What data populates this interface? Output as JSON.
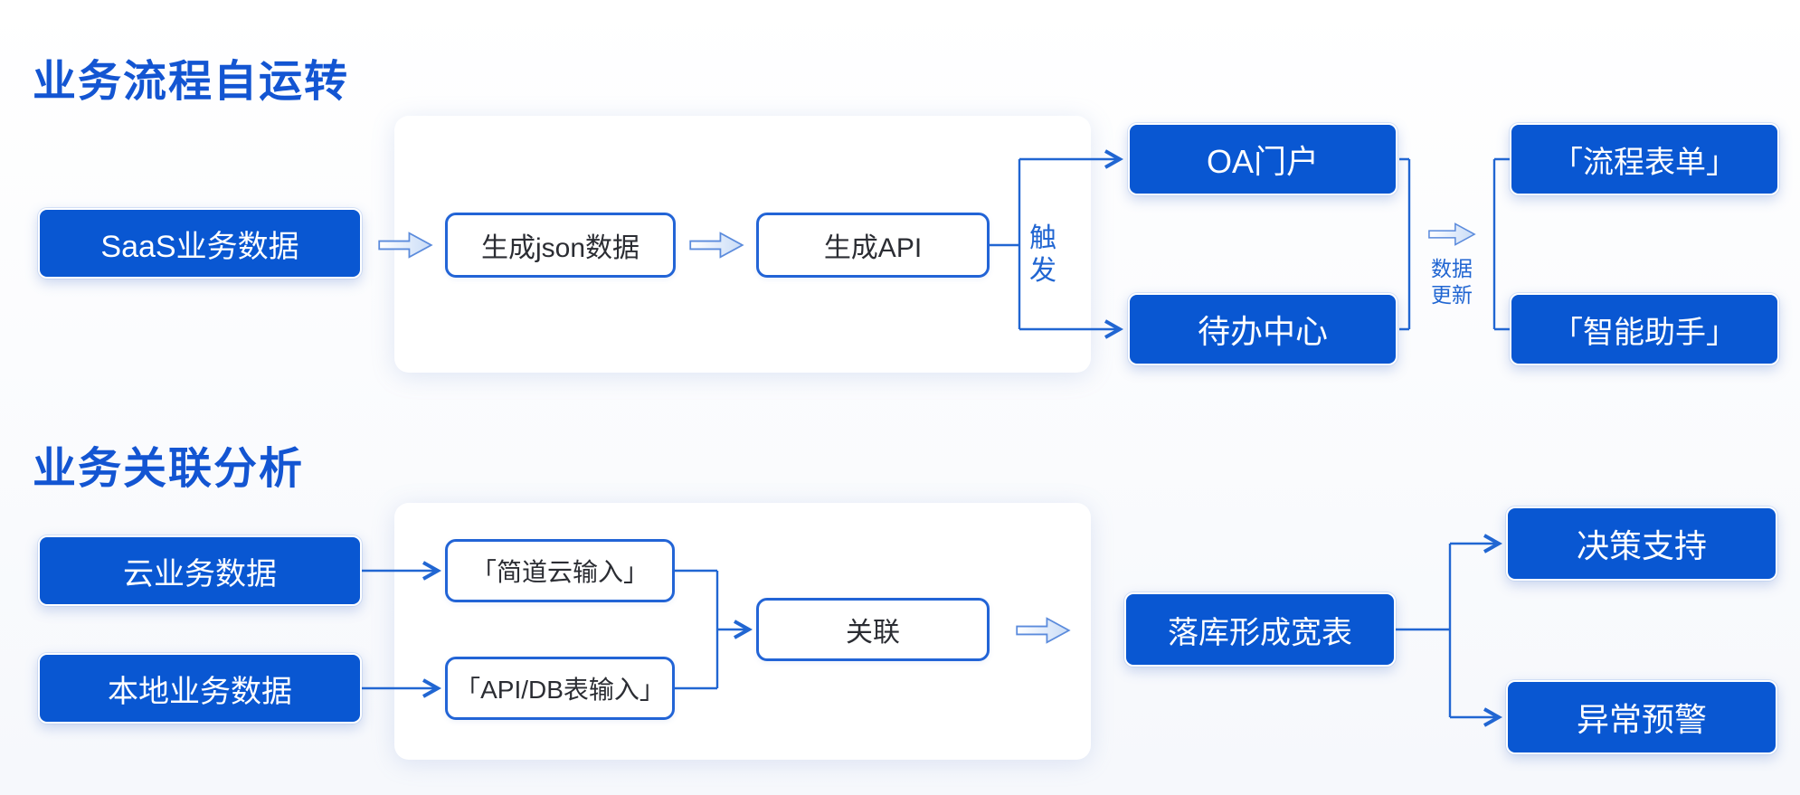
{
  "colors": {
    "node_fill_blue": "#0957d2",
    "title_blue": "#1355d2",
    "line_blue": "#2166d2",
    "arrow_fill_light": "#c9dcf7",
    "panel_white": "#ffffff"
  },
  "sections": [
    {
      "title": "业务流程自运转",
      "nodes": {
        "source": "SaaS业务数据",
        "step1": "生成json数据",
        "step2": "生成API",
        "trigger_label": "触发",
        "target1": "OA门户",
        "target2": "待办中心",
        "update_label": "数据更新",
        "result1": "「流程表单」",
        "result2": "「智能助手」"
      }
    },
    {
      "title": "业务关联分析",
      "nodes": {
        "source1": "云业务数据",
        "source2": "本地业务数据",
        "input1": "「简道云输入」",
        "input2": "「API/DB表输入」",
        "join": "关联",
        "store": "落库形成宽表",
        "out1": "决策支持",
        "out2": "异常预警"
      }
    }
  ]
}
